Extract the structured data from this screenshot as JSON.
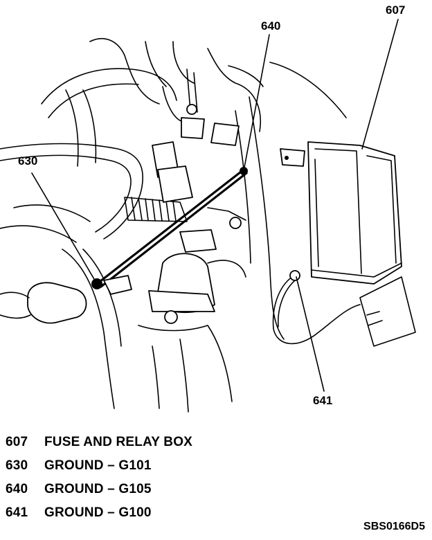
{
  "callouts": {
    "c607": "607",
    "c640": "640",
    "c630": "630",
    "c641": "641"
  },
  "legend": [
    {
      "number": "607",
      "description": "FUSE AND RELAY BOX"
    },
    {
      "number": "630",
      "description": "GROUND – G101"
    },
    {
      "number": "640",
      "description": "GROUND – G105"
    },
    {
      "number": "641",
      "description": "GROUND – G100"
    }
  ],
  "figure_code": "SBS0166D5"
}
